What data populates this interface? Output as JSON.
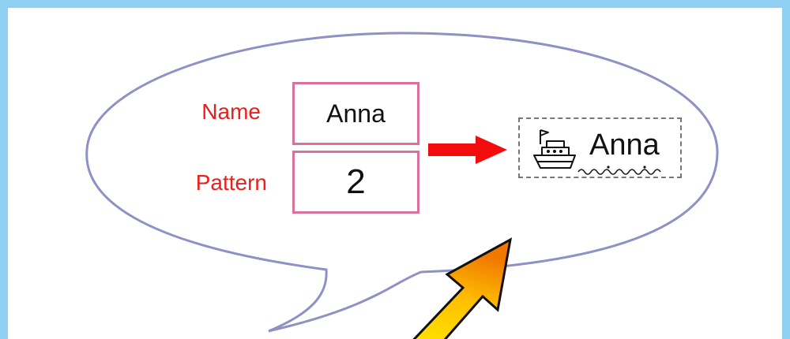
{
  "form": {
    "name_label": "Name",
    "name_value": "Anna",
    "pattern_label": "Pattern",
    "pattern_value": "2"
  },
  "preview": {
    "text": "Anna",
    "icon": "ship-icon"
  },
  "colors": {
    "frame": "#8fd0f2",
    "bubble_stroke": "#8e91c4",
    "label": "#e8201c",
    "field_border": "#d9719f",
    "arrow_red": "#f20c0c",
    "arrow_yellow": "#ffd400",
    "arrow_orange": "#f07a00"
  }
}
